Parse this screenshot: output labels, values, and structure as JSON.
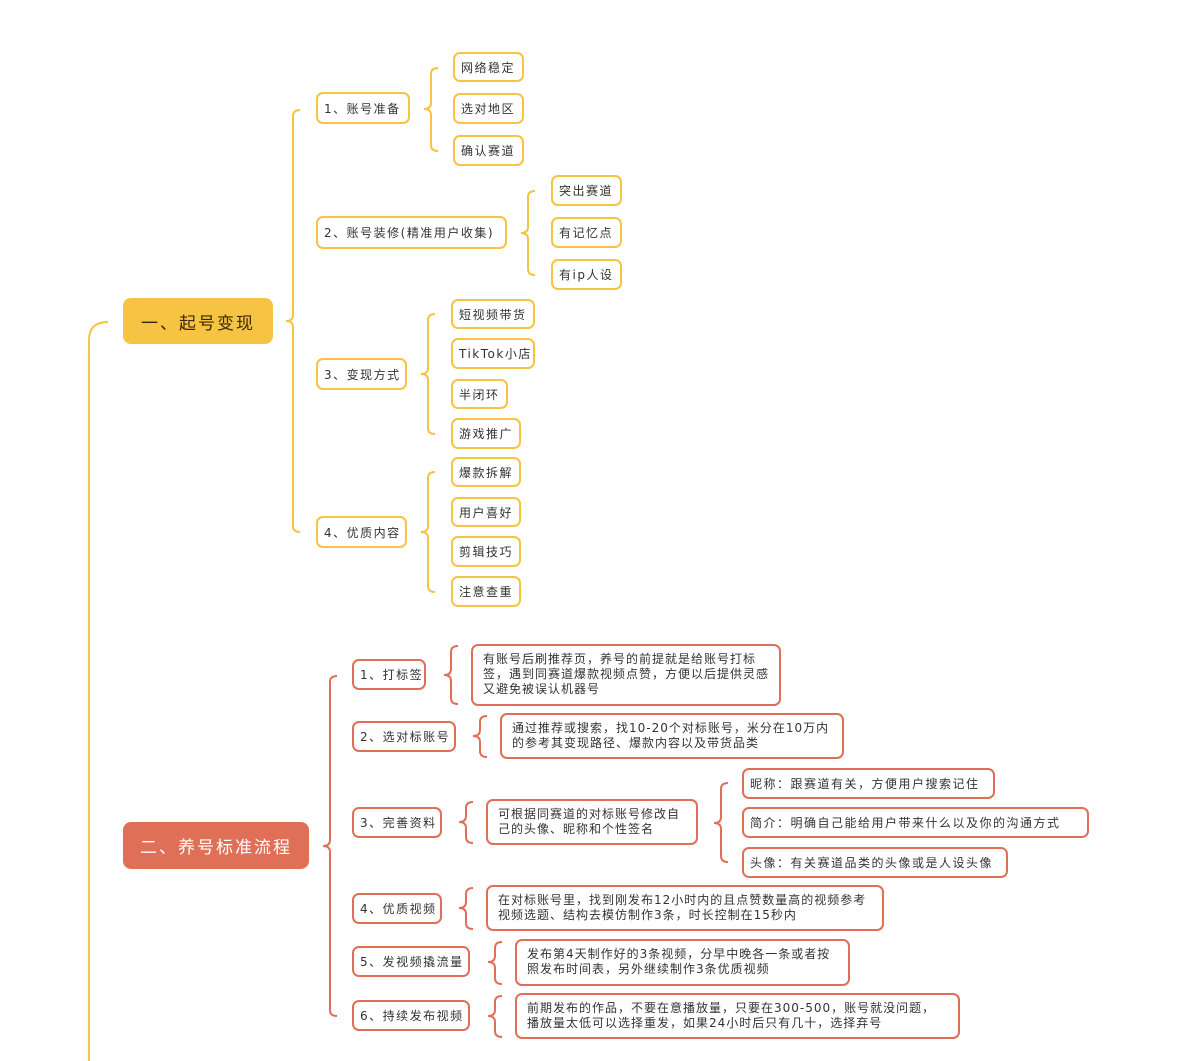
{
  "colors": {
    "section1": "#f6c342",
    "section2": "#e06f57"
  },
  "sections": [
    {
      "title": "一、起号变现",
      "items": [
        {
          "label": "1、账号准备",
          "children": [
            "网络稳定",
            "选对地区",
            "确认赛道"
          ]
        },
        {
          "label": "2、账号装修(精准用户收集)",
          "children": [
            "突出赛道",
            "有记忆点",
            "有ip人设"
          ]
        },
        {
          "label": "3、变现方式",
          "children": [
            "短视频带货",
            "TikTok小店",
            "半闭环",
            "游戏推广"
          ]
        },
        {
          "label": "4、优质内容",
          "children": [
            "爆款拆解",
            "用户喜好",
            "剪辑技巧",
            "注意查重"
          ]
        }
      ]
    },
    {
      "title": "二、养号标准流程",
      "items": [
        {
          "label": "1、打标签",
          "detail": "有账号后刷推荐页，养号的前提就是给账号打标签，遇到同赛道爆款视频点赞，方便以后提供灵感又避免被误认机器号"
        },
        {
          "label": "2、选对标账号",
          "detail": "通过推荐或搜索，找10-20个对标账号，米分在10万内的参考其变现路径、爆款内容以及带货品类"
        },
        {
          "label": "3、完善资料",
          "detail": "可根据同赛道的对标账号修改自己的头像、昵称和个性签名",
          "children": [
            "昵称：跟赛道有关，方便用户搜索记住",
            "简介：明确自己能给用户带来什么以及你的沟通方式",
            "头像：有关赛道品类的头像或是人设头像"
          ]
        },
        {
          "label": "4、优质视频",
          "detail": "在对标账号里，找到刚发布12小时内的且点赞数量高的视频参考视频选题、结构去模仿制作3条，时长控制在15秒内"
        },
        {
          "label": "5、发视频撬流量",
          "detail": "发布第4天制作好的3条视频，分早中晚各一条或者按照发布时间表，另外继续制作3条优质视频"
        },
        {
          "label": "6、持续发布视频",
          "detail": "前期发布的作品，不要在意播放量，只要在300-500，账号就没问题，播放量太低可以选择重发，如果24小时后只有几十，选择弃号"
        }
      ]
    }
  ]
}
